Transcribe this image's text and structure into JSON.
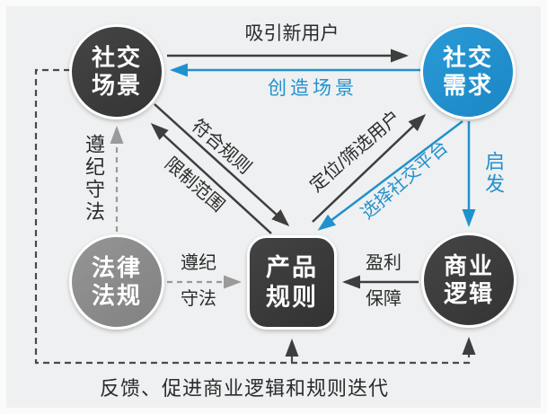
{
  "diagram": {
    "nodes": {
      "social_scene": {
        "line1": "社交",
        "line2": "场景"
      },
      "social_demand": {
        "line1": "社交",
        "line2": "需求"
      },
      "laws": {
        "line1": "法律",
        "line2": "法规"
      },
      "product_rules": {
        "line1": "产品",
        "line2": "规则"
      },
      "business_logic": {
        "line1": "商业",
        "line2": "逻辑"
      }
    },
    "edges": {
      "attract_new_users": "吸引新用户",
      "create_scene": "创造场景",
      "comply_rules": "符合规则",
      "limit_scope": "限制范围",
      "position_filter_users": "定位/筛选用户",
      "choose_social_platform": "选择社交平台",
      "inspire": "启发",
      "obey_laws_vertical": "遵纪守法",
      "obey_laws_line1": "遵纪",
      "obey_laws_line2": "守法",
      "profit_line1": "盈利",
      "profit_line2": "保障",
      "feedback": "反馈、促进商业逻辑和规则迭代"
    },
    "colors": {
      "accent_blue": "#2191ce",
      "node_dark": "#3c3c3c",
      "node_gray": "#8a8a8a",
      "background": "#eff0f1",
      "text_dark": "#2b2b2b",
      "node_text": "#ffffff"
    }
  }
}
